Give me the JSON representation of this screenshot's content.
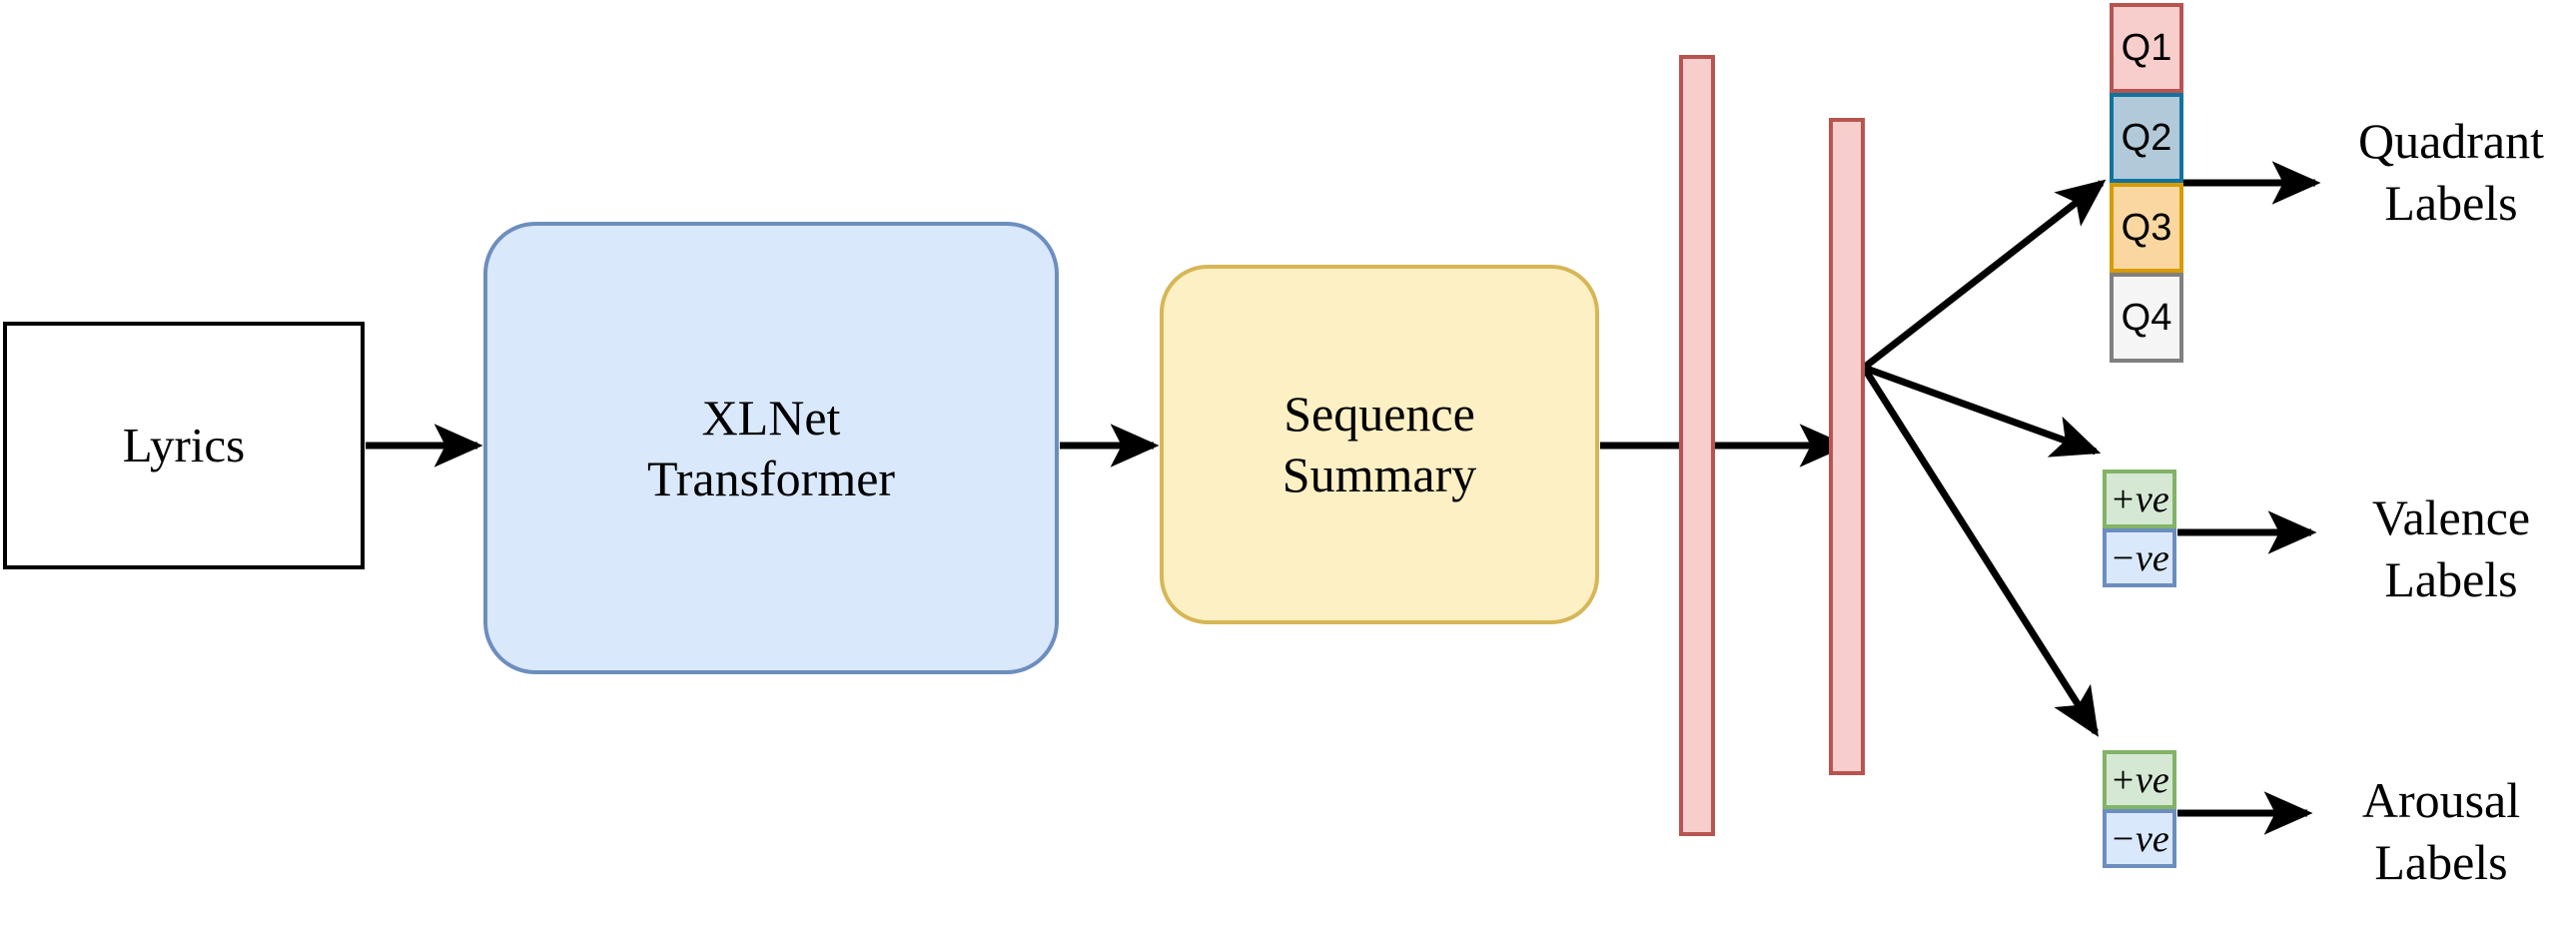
{
  "diagram": {
    "title": "XLNet lyrics emotion classification pipeline",
    "nodes": {
      "input": {
        "label": "Lyrics"
      },
      "encoder": {
        "label": "XLNet\nTransformer"
      },
      "pooler": {
        "label": "Sequence\nSummary"
      },
      "dense_layers": [
        {
          "name": "dense-layer-1"
        },
        {
          "name": "dense-layer-2"
        }
      ]
    },
    "outputs": {
      "quadrant": {
        "label": "Quadrant\nLabels",
        "classes": [
          {
            "key": "q1",
            "text": "Q1"
          },
          {
            "key": "q2",
            "text": "Q2"
          },
          {
            "key": "q3",
            "text": "Q3"
          },
          {
            "key": "q4",
            "text": "Q4"
          }
        ]
      },
      "valence": {
        "label": "Valence\nLabels",
        "classes": [
          {
            "key": "pos",
            "text": "+ve"
          },
          {
            "key": "neg",
            "text": "−ve"
          }
        ]
      },
      "arousal": {
        "label": "Arousal\nLabels",
        "classes": [
          {
            "key": "pos",
            "text": "+ve"
          },
          {
            "key": "neg",
            "text": "−ve"
          }
        ]
      }
    },
    "colors": {
      "background": "#ffffff",
      "stroke": "#000000",
      "encoder_fill": "#dae8fc",
      "encoder_stroke": "#6c8ebf",
      "pooler_fill": "#fdf0c4",
      "pooler_stroke": "#d6b656",
      "dense_fill": "#f8cecc",
      "dense_stroke": "#b85450",
      "q1_fill": "#f8cecc",
      "q1_stroke": "#b85450",
      "q2_fill": "#b1c9d8",
      "q2_stroke": "#10739e",
      "q3_fill": "#fad7a0",
      "q3_stroke": "#d79b00",
      "q4_fill": "#f5f5f5",
      "q4_stroke": "#808080",
      "positive_fill": "#d5e8d4",
      "positive_stroke": "#82b366",
      "negative_fill": "#dae8fc",
      "negative_stroke": "#6c8ebf"
    }
  }
}
